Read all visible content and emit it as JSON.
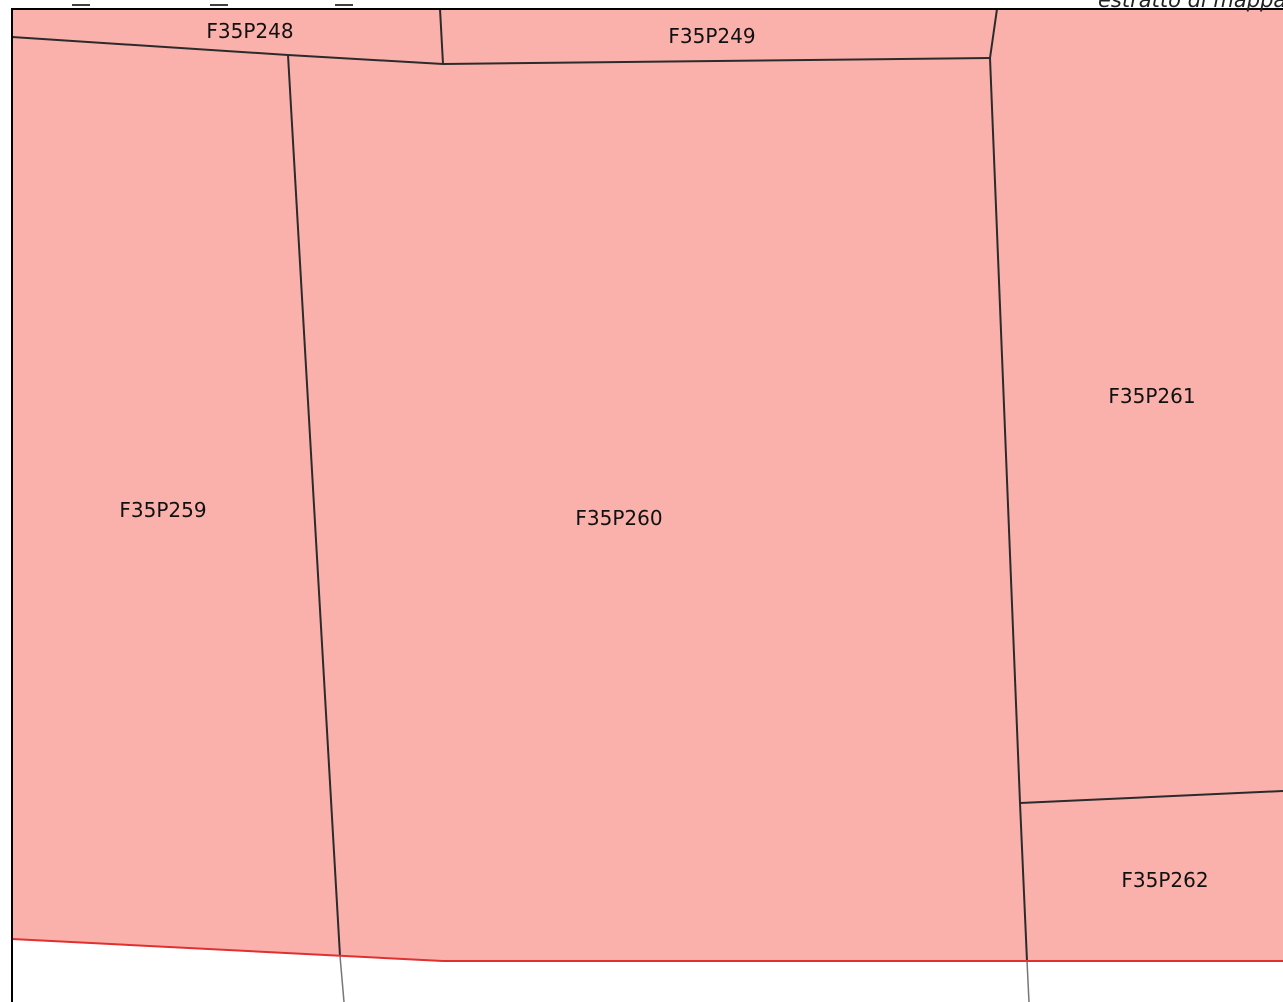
{
  "header": {
    "caption": "estratto di mappa"
  },
  "colors": {
    "parcel_fill": "#fab1ab",
    "parcel_border": "#2b2b2b",
    "boundary_line": "#e03030",
    "frame": "#000000",
    "background": "#ffffff"
  },
  "parcels": [
    {
      "id": "F35P248",
      "label": "F35P248"
    },
    {
      "id": "F35P249",
      "label": "F35P249"
    },
    {
      "id": "F35P259",
      "label": "F35P259"
    },
    {
      "id": "F35P260",
      "label": "F35P260"
    },
    {
      "id": "F35P261",
      "label": "F35P261"
    },
    {
      "id": "F35P262",
      "label": "F35P262"
    }
  ]
}
